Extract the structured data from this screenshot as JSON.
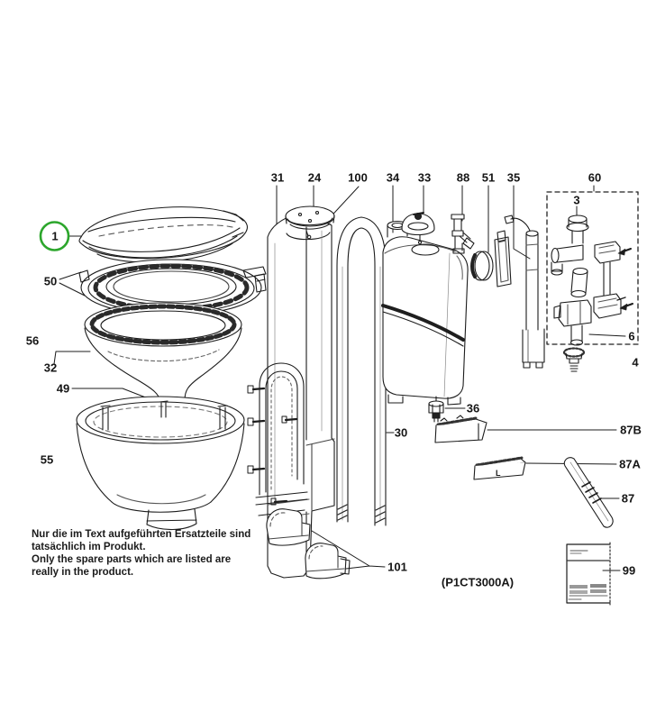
{
  "figure": {
    "model_code": "(P1CT3000A)",
    "highlight_color": "#2CA62C",
    "line_color": "#1c1c1c",
    "note_de_line1": "Nur die im Text aufgeführten Ersatzteile sind",
    "note_de_line2": "tatsächlich im Produkt.",
    "note_en_line1": "Only the spare parts which are listed are",
    "note_en_line2": "really in the product."
  },
  "labels": {
    "p1": "1",
    "p50": "50",
    "p56": "56",
    "p32": "32",
    "p49": "49",
    "p55": "55",
    "p31": "31",
    "p24": "24",
    "p100": "100",
    "p34": "34",
    "p33": "33",
    "p88": "88",
    "p51": "51",
    "p35": "35",
    "p60": "60",
    "p3": "3",
    "p6": "6",
    "p4": "4",
    "p36": "36",
    "p30": "30",
    "p87B": "87B",
    "p87A": "87A",
    "p87": "87",
    "p101": "101",
    "p99": "99",
    "marking_87A": "L"
  }
}
